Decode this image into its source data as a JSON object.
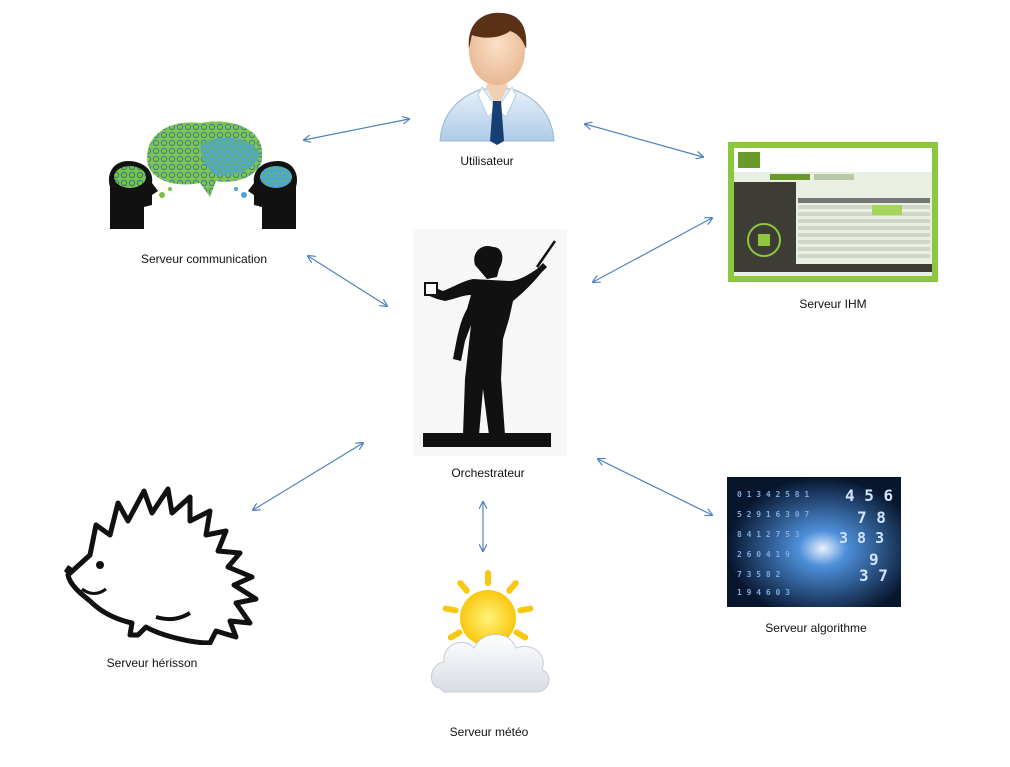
{
  "nodes": {
    "user": {
      "label": "Utilisateur",
      "icon": "user-icon"
    },
    "communication": {
      "label": "Serveur communication",
      "icon": "talking-heads-icon"
    },
    "ihm": {
      "label": "Serveur IHM",
      "icon": "ihm-screenshot-icon"
    },
    "orchestrator": {
      "label": "Orchestrateur",
      "icon": "conductor-icon"
    },
    "hedgehog": {
      "label": "Serveur hérisson",
      "icon": "hedgehog-icon"
    },
    "weather": {
      "label": "Serveur météo",
      "icon": "sun-cloud-icon"
    },
    "algorithm": {
      "label": "Serveur algorithme",
      "icon": "digital-numbers-icon"
    }
  },
  "colors": {
    "arrow": "#4f81bd",
    "ihm_accent": "#8dc63f"
  }
}
